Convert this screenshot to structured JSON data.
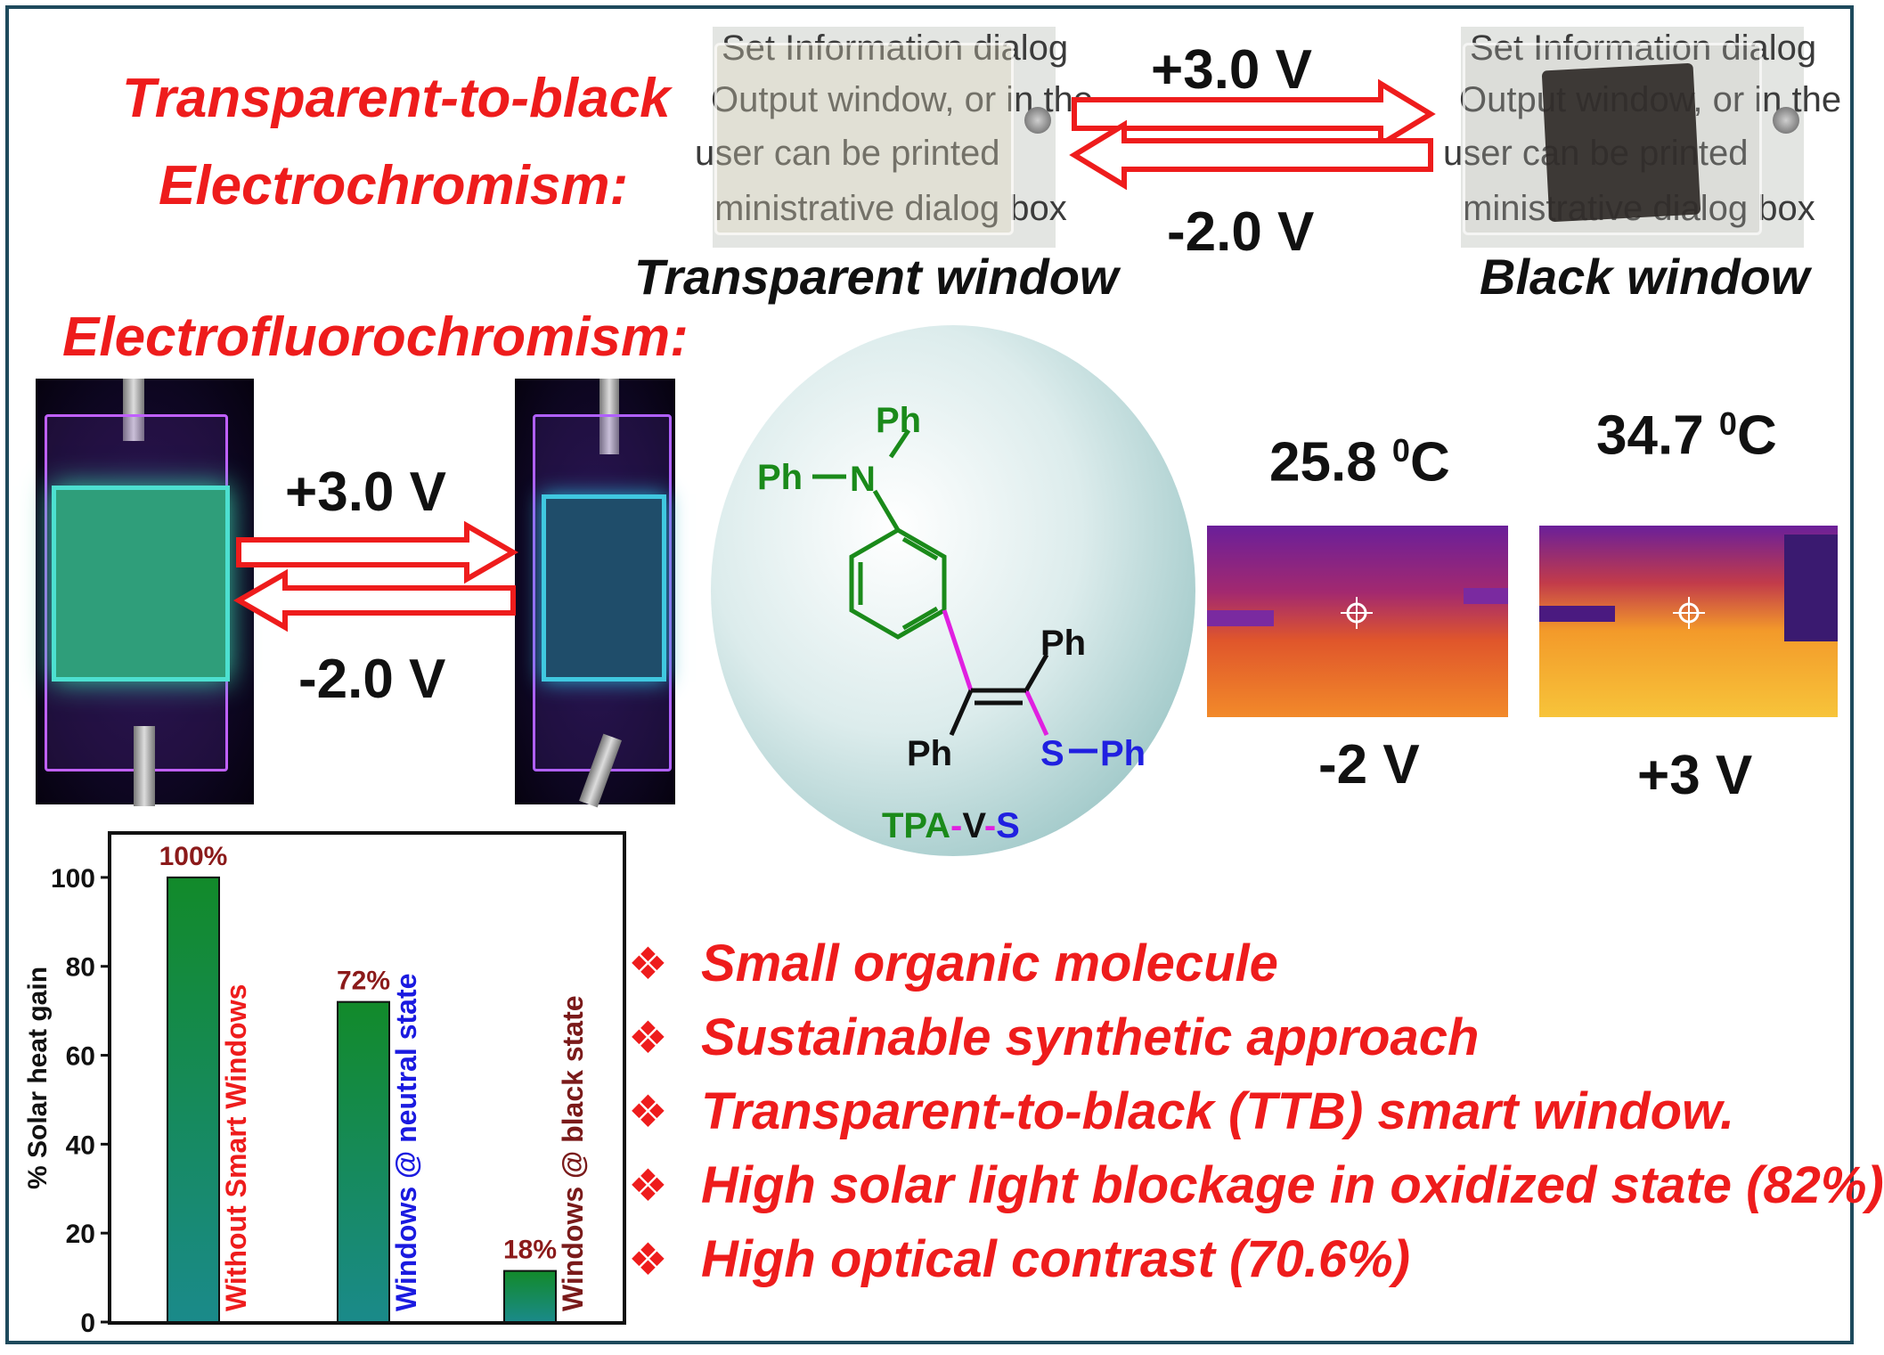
{
  "top": {
    "title_line1": "Transparent-to-black",
    "title_line2": "Electrochromism:",
    "voltage_forward": "+3.0 V",
    "voltage_reverse": "-2.0 V",
    "caption_left": "Transparent window",
    "caption_right": "Black window",
    "doc_lines": [
      "Set Information dialog",
      "Output window, or in the",
      "user can be printed",
      "ministrative dialog box"
    ]
  },
  "efc": {
    "title": "Electrofluorochromism:",
    "voltage_forward": "+3.0 V",
    "voltage_reverse": "-2.0 V"
  },
  "molecule": {
    "groups": {
      "ph_top": "Ph",
      "ph_n": "Ph",
      "n": "N",
      "ph_right": "Ph",
      "ph_bottom": "Ph",
      "s": "S",
      "ph_s": "Ph"
    },
    "name_parts": [
      "TPA",
      "-",
      "V",
      "-",
      "S"
    ],
    "colors": {
      "tpa": "#1a8a1a",
      "vinyl": "#e020e0",
      "sulfur": "#2020e0",
      "black": "#111111"
    }
  },
  "thermal": {
    "left_temp": "25.8",
    "right_temp": "34.7",
    "temp_sup": "0",
    "temp_unit": "C",
    "left_voltage": "-2 V",
    "right_voltage": "+3 V"
  },
  "chart_data": {
    "type": "bar",
    "ylabel": "% Solar heat gain",
    "ylim": [
      0,
      110
    ],
    "yticks": [
      0,
      20,
      40,
      60,
      80,
      100
    ],
    "categories": [
      "Without Smart Windows",
      "Windows @ neutral state",
      "Windows @ black state"
    ],
    "values": [
      100,
      72,
      11.5
    ],
    "data_labels": [
      "100%",
      "72%",
      "18%"
    ],
    "category_colors": [
      "#ee1c1c",
      "#1a1ae0",
      "#7a1a1a"
    ],
    "label_color": "#8b1a1a",
    "bar_color_top": "#128a2a",
    "bar_color_bottom": "#1a8a8a"
  },
  "bullets": {
    "glyph": "❖",
    "items": [
      "Small organic molecule",
      "Sustainable synthetic approach",
      "Transparent-to-black (TTB) smart window.",
      "High solar light blockage in oxidized state (82%)",
      "High optical contrast (70.6%)"
    ]
  }
}
